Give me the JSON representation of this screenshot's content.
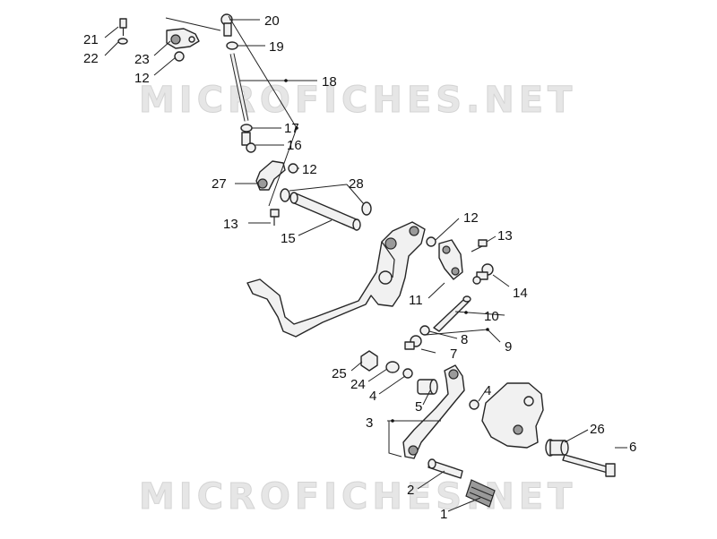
{
  "watermark": {
    "top": "MICROFICHES.NET",
    "bottom": "MICROFICHES.NET"
  },
  "labels": [
    {
      "id": "1",
      "text": "1"
    },
    {
      "id": "2",
      "text": "2"
    },
    {
      "id": "3",
      "text": "3"
    },
    {
      "id": "4a",
      "text": "4"
    },
    {
      "id": "4b",
      "text": "4"
    },
    {
      "id": "5",
      "text": "5"
    },
    {
      "id": "6",
      "text": "6"
    },
    {
      "id": "7",
      "text": "7"
    },
    {
      "id": "8",
      "text": "8"
    },
    {
      "id": "9",
      "text": "9"
    },
    {
      "id": "10",
      "text": "10"
    },
    {
      "id": "11",
      "text": "11"
    },
    {
      "id": "12a",
      "text": "12"
    },
    {
      "id": "12b",
      "text": "12"
    },
    {
      "id": "12c",
      "text": "12"
    },
    {
      "id": "13a",
      "text": "13"
    },
    {
      "id": "13b",
      "text": "13"
    },
    {
      "id": "14",
      "text": "14"
    },
    {
      "id": "15",
      "text": "15"
    },
    {
      "id": "16",
      "text": "16"
    },
    {
      "id": "17",
      "text": "17"
    },
    {
      "id": "18",
      "text": "18"
    },
    {
      "id": "19",
      "text": "19"
    },
    {
      "id": "20",
      "text": "20"
    },
    {
      "id": "21",
      "text": "21"
    },
    {
      "id": "22",
      "text": "22"
    },
    {
      "id": "23",
      "text": "23"
    },
    {
      "id": "24",
      "text": "24"
    },
    {
      "id": "25",
      "text": "25"
    },
    {
      "id": "26",
      "text": "26"
    },
    {
      "id": "27",
      "text": "27"
    },
    {
      "id": "28",
      "text": "28"
    }
  ]
}
